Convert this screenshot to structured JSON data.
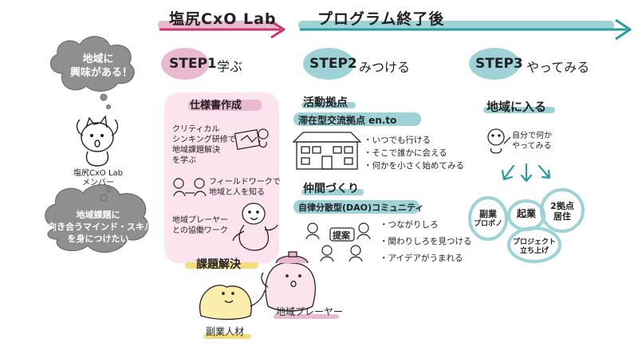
{
  "colors": {
    "pink": "#e8b9cf",
    "pink_light": "#fbe4ee",
    "teal": "#9dd3d6",
    "teal_dark": "#2a9ba0",
    "magenta": "#c8356f",
    "yellow": "#f4dc7a",
    "yellow_light": "#fbeead",
    "gray": "#8f8f8f",
    "gray_dark": "#6b6b6b"
  },
  "banner": {
    "lab": "塩尻CxO Lab",
    "after": "プログラム終了後"
  },
  "thought_bubbles": {
    "top": [
      "地域に",
      "興味がある！"
    ],
    "bottom": [
      "地域課題に",
      "向き合うマインド・スキル",
      "を身につけたい"
    ]
  },
  "member": {
    "name": "塩尻CxO Lab",
    "role": "メンバー"
  },
  "step1": {
    "label": "STEP1",
    "title": "学ぶ",
    "panel_title": "仕様書作成",
    "items": [
      [
        "クリティカル",
        "シンキング研修で",
        "地域課題解決",
        "を学ぶ"
      ],
      [
        "フィールドワークで",
        "地域と人を知る"
      ],
      [
        "地域プレーヤー",
        "との協働ワーク"
      ]
    ]
  },
  "step2": {
    "label": "STEP2",
    "title": "みつける",
    "section1_title": "活動拠点",
    "section1_sub": "滞在型交流拠点 en.to",
    "section1_bullets": [
      "・いつでも行ける",
      "・そこで誰かに会える",
      "・何かを小さく始めてみる"
    ],
    "section2_title": "仲間づくり",
    "section2_sub": "自律分散型(DAO)コミュニティ",
    "proposal": "提案",
    "section2_bullets": [
      "・つながりしろ",
      "・関わりしろを見つける",
      "・アイデアがうまれる"
    ]
  },
  "step3": {
    "label": "STEP3",
    "title": "やってみる",
    "section_title": "地域に入る",
    "figure_caption": [
      "自分で何か",
      "やってみる"
    ],
    "outcomes": {
      "side_pro": [
        "副業",
        "プロボノ"
      ],
      "startup": [
        "起業"
      ],
      "dual": [
        "2拠点",
        "居住"
      ],
      "project": [
        "プロジェクト",
        "立ち上げ"
      ]
    }
  },
  "bottom": {
    "title": "課題解決",
    "side_talent": "副業人材",
    "local_player": "地域プレーヤー"
  }
}
